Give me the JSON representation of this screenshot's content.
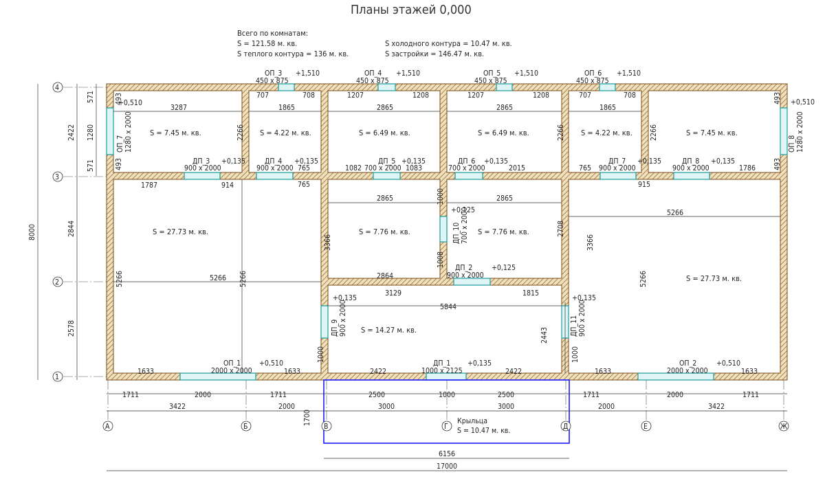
{
  "title": "Планы этажей 0,000",
  "summary": {
    "heading": "Всего по комнатам:",
    "s_total": "S   =  121.58 м. кв.",
    "s_warm": "S  теплого контура =  136 м. кв.",
    "s_cold": "S  холодного контура = 10.47 м. кв.",
    "s_build": "S  застройки = 146.47 м. кв."
  },
  "rooms": [
    "S   = 7.45 м. кв.",
    "S   = 4.22 м. кв.",
    "S   = 6.49 м. кв.",
    "S   = 6.49 м. кв.",
    "S   = 4.22 м. кв.",
    "S   = 7.45 м. кв.",
    "S   = 27.73 м. кв.",
    "S   = 7.76 м. кв.",
    "S   = 7.76 м. кв.",
    "S   = 14.27 м. кв.",
    "S   = 27.73 м. кв."
  ],
  "openings": {
    "op3": {
      "name": "ОП_3",
      "size": "450 x 875",
      "elev": "+1,510"
    },
    "op4": {
      "name": "ОП_4",
      "size": "450 x 875",
      "elev": "+1,510"
    },
    "op5": {
      "name": "ОП_5",
      "size": "450 x 875",
      "elev": "+1,510"
    },
    "op6": {
      "name": "ОП_6",
      "size": "450 x 875",
      "elev": "+1,510"
    },
    "op7": {
      "name": "ОП_7",
      "size": "1280 x 2000",
      "elev": "+0,510"
    },
    "op8": {
      "name": "ОП_8",
      "size": "1280 x 2000",
      "elev": "+0,510"
    },
    "dp3": {
      "name": "ДП_3",
      "size": "900 x 2000",
      "elev": "+0,135"
    },
    "dp4": {
      "name": "ДП_4",
      "size": "900 x 2000",
      "elev": "+0,135"
    },
    "dp5": {
      "name": "ДП_5",
      "size": "700 x 2000",
      "elev": "+0,135"
    },
    "dp6": {
      "name": "ДП_6",
      "size": "700 x 2000",
      "elev": "+0,135"
    },
    "dp7": {
      "name": "ДП_7",
      "size": "900 x 2000",
      "elev": "+0,135"
    },
    "dp8": {
      "name": "ДП_8",
      "size": "900 x 2000",
      "elev": "+0,135"
    },
    "dp10": {
      "name": "ДП_10",
      "size": "700 x 2000",
      "elev": "+0,125"
    },
    "dp2": {
      "name": "ДП_2",
      "size": "900 x 2000",
      "elev": "+0,125"
    },
    "dp9": {
      "name": "ДП_9",
      "size": "900 x 2000",
      "elev": "+0,135"
    },
    "dp11": {
      "name": "ДП_11",
      "size": "900 x 2000",
      "elev": "+0,135"
    },
    "op1": {
      "name": "ОП_1",
      "size": "2000 x 2000",
      "elev": "+0,510"
    },
    "dp1": {
      "name": "ДП_1",
      "size": "1000 x 2125",
      "elev": "+0,135"
    },
    "op2": {
      "name": "ОП_2",
      "size": "2000 x 2000",
      "elev": "+0,510"
    }
  },
  "dims": {
    "top": [
      "707",
      "708",
      "1207",
      "1208",
      "1207",
      "1208",
      "707",
      "708"
    ],
    "room_w": [
      "3287",
      "1865",
      "2865",
      "2865",
      "1865"
    ],
    "room_h": [
      "2266",
      "2266",
      "2266"
    ],
    "side": [
      "493",
      "493",
      "493",
      "493"
    ],
    "row3": [
      "1787",
      "914",
      "765",
      "765",
      "1082",
      "1083",
      "2015",
      "765",
      "915",
      "1786"
    ],
    "mid": [
      "2865",
      "2865",
      "1000",
      "3366",
      "2708",
      "1008",
      "2864",
      "3366",
      "5266",
      "5266",
      "5266",
      "5266",
      "5266"
    ],
    "low": [
      "3129",
      "5844",
      "1815",
      "2443",
      "1000",
      "1000"
    ],
    "bottom_in": [
      "1633",
      "1633",
      "2422",
      "2422",
      "1633",
      "1633"
    ],
    "row1": [
      "1711",
      "2000",
      "1711",
      "2500",
      "1000",
      "2500",
      "1711",
      "2000",
      "1711"
    ],
    "row2": [
      "3422",
      "2000",
      "3000",
      "3000",
      "2000",
      "3422"
    ],
    "porch_w": "6156",
    "total": "17000",
    "porch_h": "1700",
    "left_total": "8000",
    "left_axes": [
      "2422",
      "2844",
      "2578"
    ],
    "left_win": [
      "571",
      "1280",
      "571"
    ]
  },
  "axes": {
    "letters": [
      "А",
      "Б",
      "В",
      "Г",
      "Д",
      "Е",
      "Ж"
    ],
    "numbers": [
      "4",
      "3",
      "2",
      "1"
    ]
  },
  "porch": {
    "label": "Крыльца",
    "area": "S = 10.47 м. кв."
  },
  "colors": {
    "wall": "#c9a46a",
    "opening": "#1a9b9b",
    "porch": "#1a1aff"
  }
}
